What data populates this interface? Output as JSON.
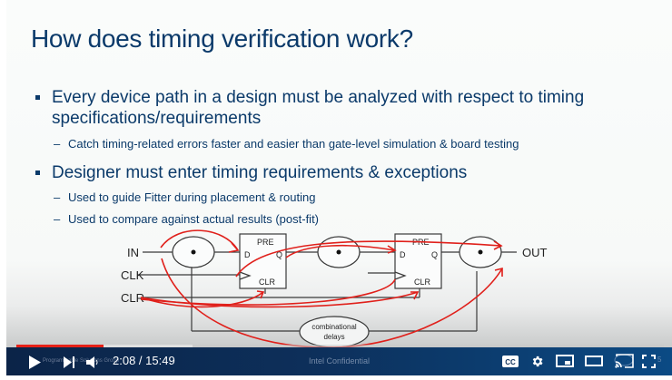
{
  "slide": {
    "title": "How does timing verification work?",
    "bullets": [
      {
        "text": "Every device path in a design must be analyzed with respect to timing specifications/requirements",
        "subs": [
          "Catch timing-related errors faster and easier than gate-level simulation & board testing"
        ]
      },
      {
        "text": "Designer must enter timing requirements & exceptions",
        "subs": [
          "Used to guide Fitter during placement & routing",
          "Used to compare against actual results (post-fit)"
        ]
      }
    ],
    "diagram": {
      "inputs": [
        "IN",
        "CLK",
        "CLR"
      ],
      "output": "OUT",
      "register_labels": {
        "pre": "PRE",
        "d": "D",
        "q": "Q",
        "clr": "CLR"
      },
      "delay_label_line1": "combinational",
      "delay_label_line2": "delays",
      "wire_color": "#3a3a3a",
      "annotation_color": "#e0201b"
    },
    "footer": "Intel Confidential"
  },
  "player": {
    "current_time": "2:08",
    "duration": "15:49",
    "time_display": "2:08 / 15:49",
    "progress_percent": 13.5,
    "buffered_percent": 27.2,
    "progress_color": "#e62117",
    "overlay_text": "Programmable Solutions Group",
    "buttons": {
      "play": "play-icon",
      "next": "next-icon",
      "volume": "volume-icon",
      "captions": "cc-icon",
      "settings": "gear-icon",
      "miniplayer": "miniplayer-icon",
      "theater": "theater-icon",
      "cast": "cast-icon",
      "fullscreen": "fullscreen-icon"
    },
    "captions_label": "CC",
    "watermark": "intel",
    "corner_digit": "5"
  }
}
